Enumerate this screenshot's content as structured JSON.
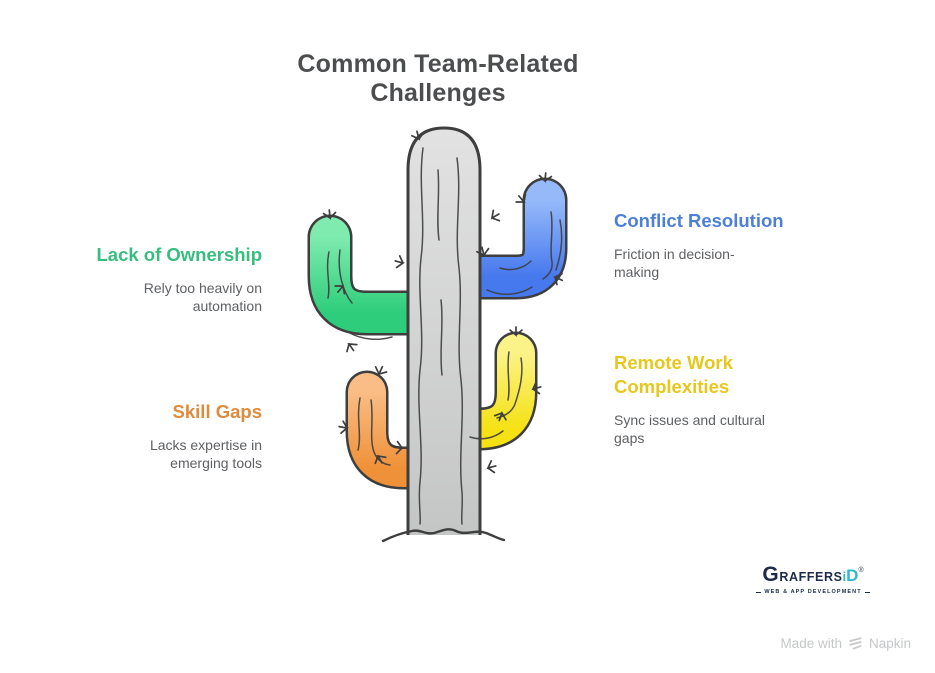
{
  "title": {
    "text": "Common Team-Related Challenges",
    "color": "#4C4D4F"
  },
  "theme": {
    "body_text_color": "#5E6063",
    "background": "#ffffff"
  },
  "sections": {
    "top_left": {
      "heading": "Lack of Ownership",
      "heading_color": "#36BE7D",
      "body_line1": "Rely too heavily on",
      "body_line2": "automation"
    },
    "top_right": {
      "heading": "Conflict Resolution",
      "heading_color": "#4C80D8",
      "body_line1": "Friction in decision-",
      "body_line2": "making"
    },
    "bottom_left": {
      "heading": "Skill Gaps",
      "heading_color": "#E08A3C",
      "body_line1": "Lacks expertise in",
      "body_line2": "emerging tools"
    },
    "bottom_right": {
      "heading_line1": "Remote Work",
      "heading_line2": "Complexities",
      "heading_color": "#E7C71D",
      "body_line1": "Sync issues and cultural",
      "body_line2": "gaps"
    }
  },
  "illustration": {
    "name": "cactus",
    "outline": "#3E3E3E",
    "ground_color": "#3E3E3E",
    "trunk": {
      "light": "#E2E2E2",
      "dark": "#C4C5C5"
    },
    "arms": {
      "green": {
        "light": "#7FEBAF",
        "dark": "#2ECD7B"
      },
      "blue": {
        "light": "#96BAF9",
        "dark": "#4678EE"
      },
      "orange": {
        "light": "#F9BD85",
        "dark": "#EF9139"
      },
      "yellow": {
        "light": "#FBF387",
        "dark": "#F5E114"
      }
    }
  },
  "branding": {
    "logo_graffers": "Graffers",
    "logo_id": "iD",
    "registered": "®",
    "tagline": "WEB & APP DEVELOPMENT",
    "navy": "#1C2B4A",
    "teal": "#2FB9CF"
  },
  "watermark": {
    "prefix": "Made with",
    "brand": "Napkin",
    "color": "#C6C7C8"
  }
}
